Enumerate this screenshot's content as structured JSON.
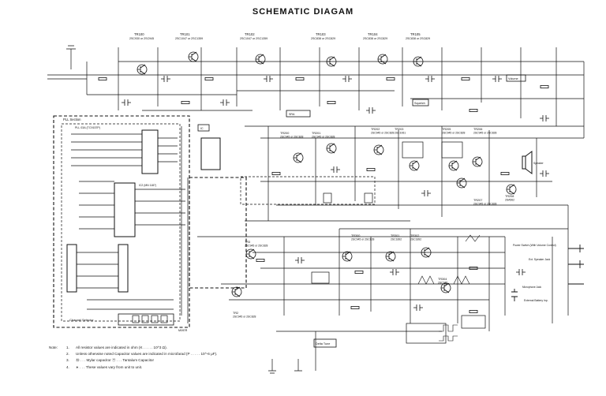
{
  "title": "SCHEMATIC DIAGAM",
  "transistors_top": [
    {
      "ref": "TR100",
      "part": "2SC930 or 2SC945"
    },
    {
      "ref": "TR101",
      "part": "2SC1047 or 2SC1359"
    },
    {
      "ref": "TR102",
      "part": "2SC1047 or 2SC1359"
    },
    {
      "ref": "TR103",
      "part": "2SC838 or 2SC829"
    },
    {
      "ref": "TR104",
      "part": "2SC838 or 2SC829"
    },
    {
      "ref": "TR105",
      "part": "2SC838 or 2SC829"
    }
  ],
  "block_labels": {
    "pll_section": "PLL Section",
    "pll_ic": "PLL 03A (TC9157P)",
    "ic2": "IC2 (MN 1187)",
    "channel_selector": "Channel Selector",
    "mixer": "MIXER",
    "squelch": "Squelch",
    "volume": "Volume",
    "delta_tune": "Delta Tune",
    "sra": "SRA",
    "ic_label": "IC",
    "power_switch": "Power Switch (With Volume Control)",
    "ext_speaker": "Ext. Speaker Jack",
    "external_battery": "External Battery Inp.",
    "speaker": "Speaker",
    "mic_jack": "Microphone Jack"
  },
  "transistors_mid": [
    {
      "ref": "TR200",
      "part": "2SC945 or 2SC828"
    },
    {
      "ref": "TR201",
      "part": "2SC945 or 2SC828"
    },
    {
      "ref": "TR202",
      "part": "2SC945 or 2SC828"
    },
    {
      "ref": "TR203",
      "part": "2SC1061"
    },
    {
      "ref": "TR205",
      "part": "2SC945 or 2SC828"
    },
    {
      "ref": "TR206",
      "part": "2SC945 or 2SC828"
    },
    {
      "ref": "TR207",
      "part": "2SC945 or 2SC828"
    },
    {
      "ref": "TR208",
      "part": "2SA562"
    },
    {
      "ref": "TR300",
      "part": "2SC945 or 2SC828"
    },
    {
      "ref": "TR301",
      "part": "2SC1892"
    },
    {
      "ref": "TR302",
      "part": "2SC1892"
    },
    {
      "ref": "TR304",
      "part": "2SC945"
    },
    {
      "ref": "TR2",
      "part": "2SC945 or 2SC828"
    },
    {
      "ref": "TR3",
      "part": "2SC945 or 2SC828"
    }
  ],
  "notes": [
    {
      "n": "Note:",
      "i": "1.",
      "t": "All resistor values are indicated in ohm (K . . . . . 10^3 Ω)."
    },
    {
      "n": "",
      "i": "2.",
      "t": "Unless otherwise noted Capacitor values are indicated in microfarad (P . . . . . 10^-6 μF)."
    },
    {
      "n": "",
      "i": "3.",
      "t": "Ⓜ . . . Mylar capacitor   Ⓣ . . . Tantalum Capacitor"
    },
    {
      "n": "",
      "i": "4.",
      "t": "∗ . . . These values vary from unit to unit."
    }
  ],
  "colors": {
    "ink": "#111111",
    "paper": "#ffffff"
  }
}
